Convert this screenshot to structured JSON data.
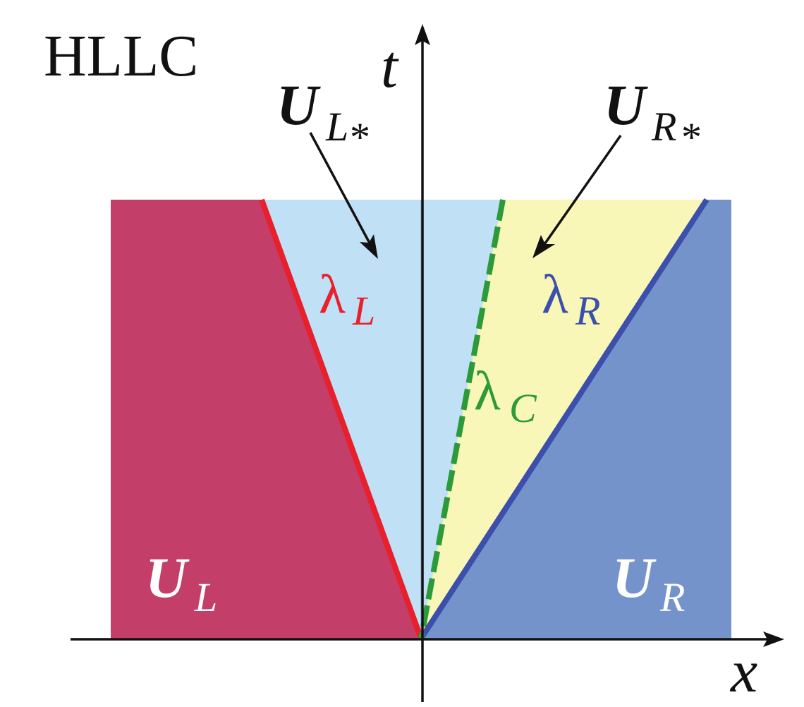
{
  "title": "HLLC",
  "axes": {
    "t_label": "t",
    "x_label": "x"
  },
  "regions": {
    "left_state": {
      "base": "U",
      "sub": "L"
    },
    "left_star_state": {
      "base": "U",
      "sub": "L",
      "star": "*"
    },
    "right_star_state": {
      "base": "U",
      "sub": "R",
      "star": "*"
    },
    "right_state": {
      "base": "U",
      "sub": "R"
    }
  },
  "waves": {
    "left": {
      "symbol": "λ",
      "sub": "L"
    },
    "contact": {
      "symbol": "λ",
      "sub": "C"
    },
    "right": {
      "symbol": "λ",
      "sub": "R"
    }
  },
  "colors": {
    "left_region": "#c33e69",
    "left_star_region": "#c0e0f5",
    "right_star_region": "#f8f7b8",
    "right_region": "#7593cb",
    "left_wave": "#e8202c",
    "contact_wave": "#2d9a3a",
    "right_wave": "#3c4fac",
    "axis": "#111111",
    "text": "#111111",
    "region_text": "#ffffff"
  }
}
